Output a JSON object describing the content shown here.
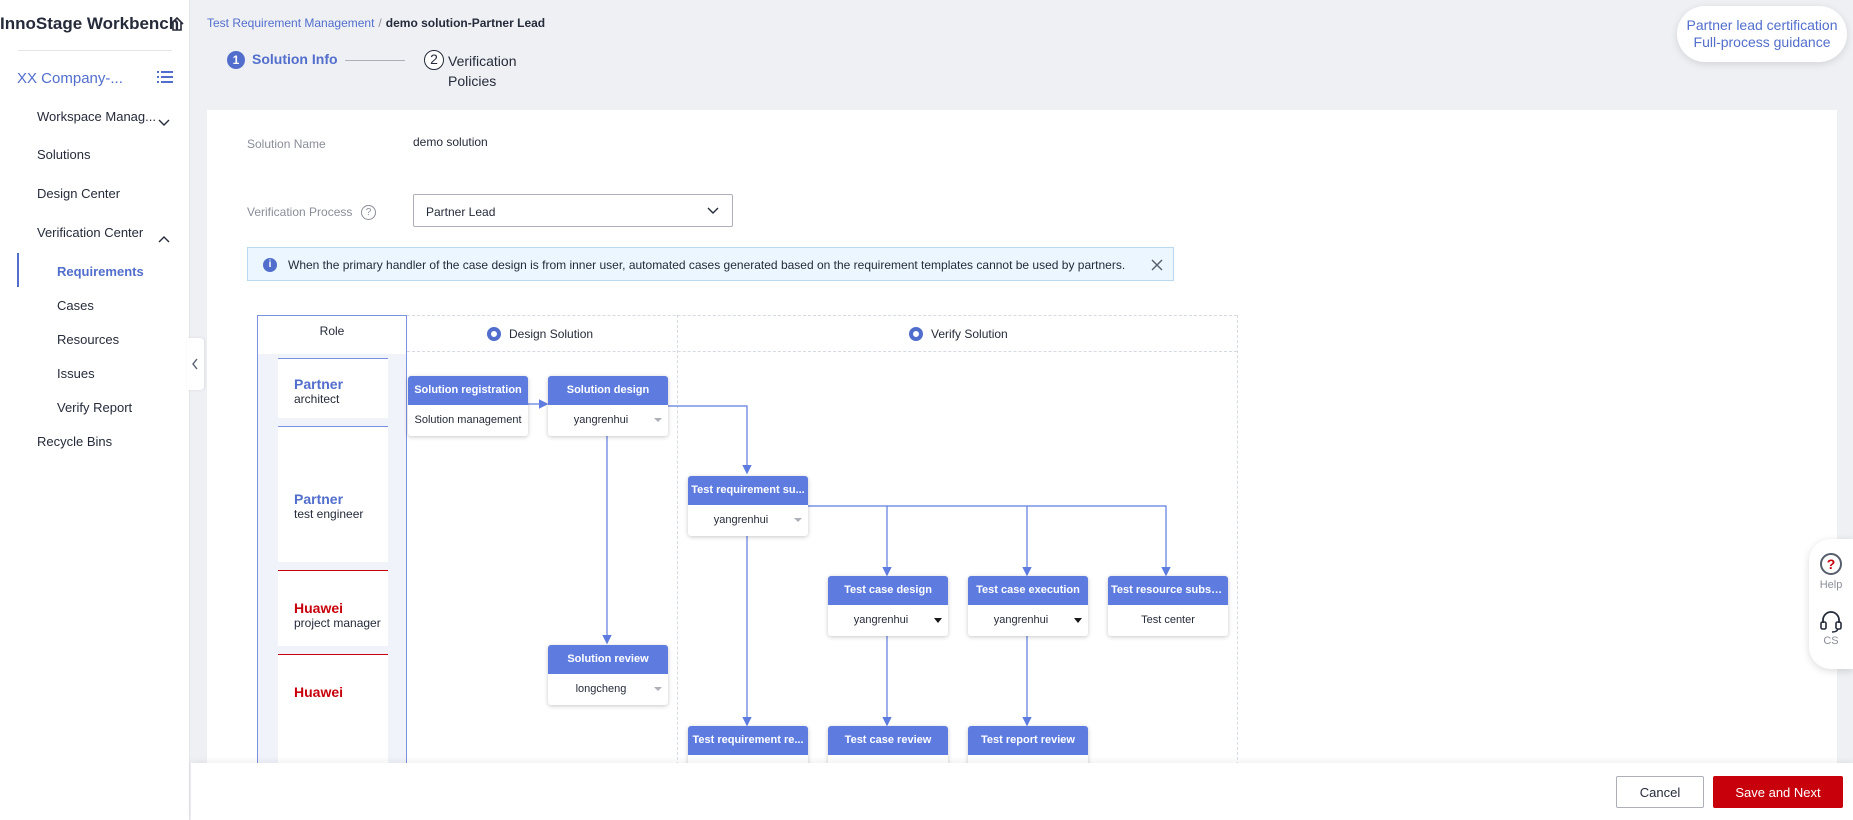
{
  "app": {
    "title": "InnoStage Workbench"
  },
  "sidebar": {
    "company": "XX Company-...",
    "items": [
      {
        "label": "Workspace Manag..."
      },
      {
        "label": "Solutions"
      },
      {
        "label": "Design Center"
      },
      {
        "label": "Verification Center"
      }
    ],
    "sub_items": [
      {
        "label": "Requirements"
      },
      {
        "label": "Cases"
      },
      {
        "label": "Resources"
      },
      {
        "label": "Issues"
      },
      {
        "label": "Verify Report"
      }
    ],
    "recycle": "Recycle Bins"
  },
  "breadcrumb": {
    "parent": "Test Requirement Management",
    "separator": "/",
    "current": "demo solution-Partner Lead"
  },
  "steps": [
    {
      "num": "1",
      "label": "Solution Info"
    },
    {
      "num": "2",
      "label": "Verification Policies"
    }
  ],
  "guide": {
    "line1": "Partner lead certification",
    "line2": "Full-process guidance"
  },
  "form": {
    "solution_name_label": "Solution Name",
    "solution_name_value": "demo solution",
    "process_label": "Verification Process",
    "process_value": "Partner Lead",
    "help_glyph": "?"
  },
  "notice": {
    "icon": "i",
    "message": "When the primary handler of the case design is from inner user, automated cases generated based on the requirement templates cannot be used by partners."
  },
  "flow": {
    "role_header": "Role",
    "stages": [
      "Design Solution",
      "Verify Solution"
    ],
    "roles": [
      {
        "org": "Partner",
        "title": "architect"
      },
      {
        "org": "Partner",
        "title": "test engineer"
      },
      {
        "org": "Huawei",
        "title": "project manager"
      },
      {
        "org": "Huawei",
        "title": ""
      }
    ],
    "nodes": [
      {
        "title": "Solution registration",
        "value": "Solution management"
      },
      {
        "title": "Solution design",
        "value": "yangrenhui"
      },
      {
        "title": "Test requirement su...",
        "value": "yangrenhui"
      },
      {
        "title": "Test case design",
        "value": "yangrenhui"
      },
      {
        "title": "Test case execution",
        "value": "yangrenhui"
      },
      {
        "title": "Test resource subsc...",
        "value": "Test center"
      },
      {
        "title": "Solution review",
        "value": "longcheng"
      },
      {
        "title": "Test requirement re...",
        "value": ""
      },
      {
        "title": "Test case review",
        "value": ""
      },
      {
        "title": "Test report review",
        "value": ""
      }
    ]
  },
  "footer": {
    "cancel": "Cancel",
    "save": "Save and Next"
  },
  "float_help": {
    "help_glyph": "?",
    "help": "Help",
    "cs": "CS"
  },
  "colors": {
    "brand": "#526ecc",
    "node_header": "#5e7ce0",
    "primary_button": "#c7000b",
    "huawei_red": "#c7000b"
  }
}
